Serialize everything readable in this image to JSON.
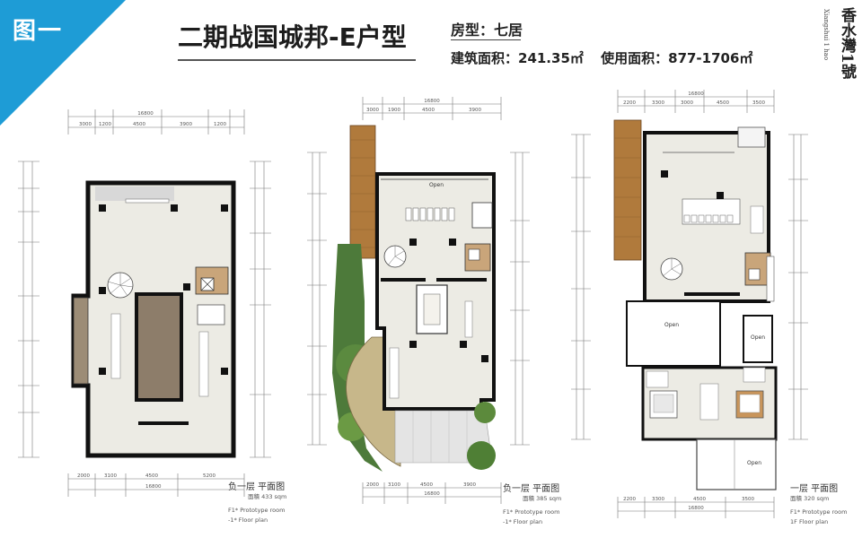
{
  "badge": {
    "label": "图一"
  },
  "header": {
    "title": "二期战国城邦-E户型",
    "type_line": "房型：七居",
    "build_area": "建筑面积：241.35㎡",
    "use_area": "使用面积：877-1706㎡"
  },
  "logo": {
    "name": "香水灣1號",
    "pinyin": "Xiangshui 1 hao"
  },
  "plans": {
    "basement": {
      "title": "负一层 平面图",
      "area": "面積 433 sqm",
      "en1": "F1* Prototype room",
      "en2": "-1* Floor plan",
      "top_dims": [
        "3000",
        "1200",
        "4500",
        "3900",
        "1200"
      ],
      "top_total": "16800",
      "bottom_dims": [
        "2000",
        "3100",
        "4500",
        "5200"
      ],
      "bottom_total": "16800"
    },
    "floor1": {
      "title": "负一层 平面图",
      "area": "面積 385 sqm",
      "en1": "F1* Prototype room",
      "en2": "-1* Floor plan",
      "open_label": "Open",
      "top_dims": [
        "3000",
        "1900",
        "4500",
        "3900"
      ],
      "top_total": "16800",
      "bottom_dims": [
        "2000",
        "3100",
        "4500",
        "3900"
      ],
      "bottom_total": "16800"
    },
    "floor2": {
      "title": "一层 平面图",
      "area": "面積 320 sqm",
      "en1": "F1* Prototype room",
      "en2": "1F Floor plan",
      "open_labels": [
        "Open",
        "Open",
        "Open"
      ],
      "top_dims": [
        "2200",
        "3300",
        "3000",
        "4500",
        "3500"
      ],
      "top_total": "16800",
      "bottom_dims": [
        "2200",
        "3300",
        "4500",
        "3500"
      ],
      "bottom_total": "16800"
    }
  }
}
